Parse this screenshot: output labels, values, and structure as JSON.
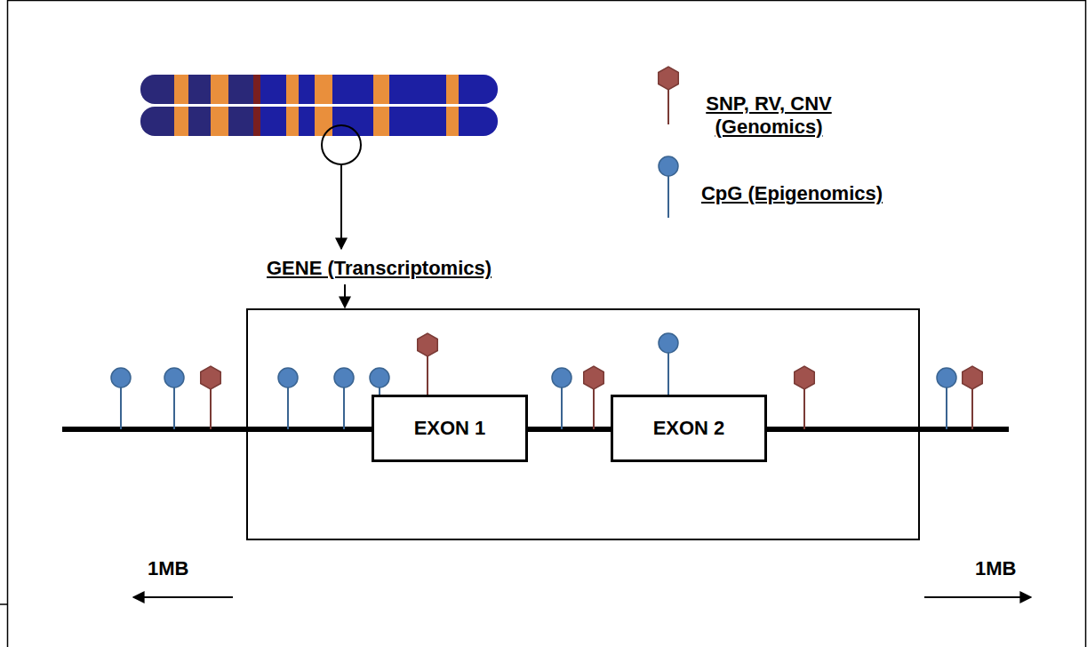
{
  "diagram": {
    "nodes": [
      {
        "text": [
          "GENE (Transcriptomics)"
        ]
      },
      {
        "text": [
          "EXON 1"
        ],
        "in": 0
      },
      {
        "text": [
          "EXON 2"
        ],
        "in": 0
      }
    ],
    "labels": [
      "1MB",
      "1MB"
    ],
    "legend": [
      {
        "text": "SNP, RV, CNV (Genomics)"
      },
      {
        "text": "CpG (Epigenomics)"
      }
    ]
  }
}
